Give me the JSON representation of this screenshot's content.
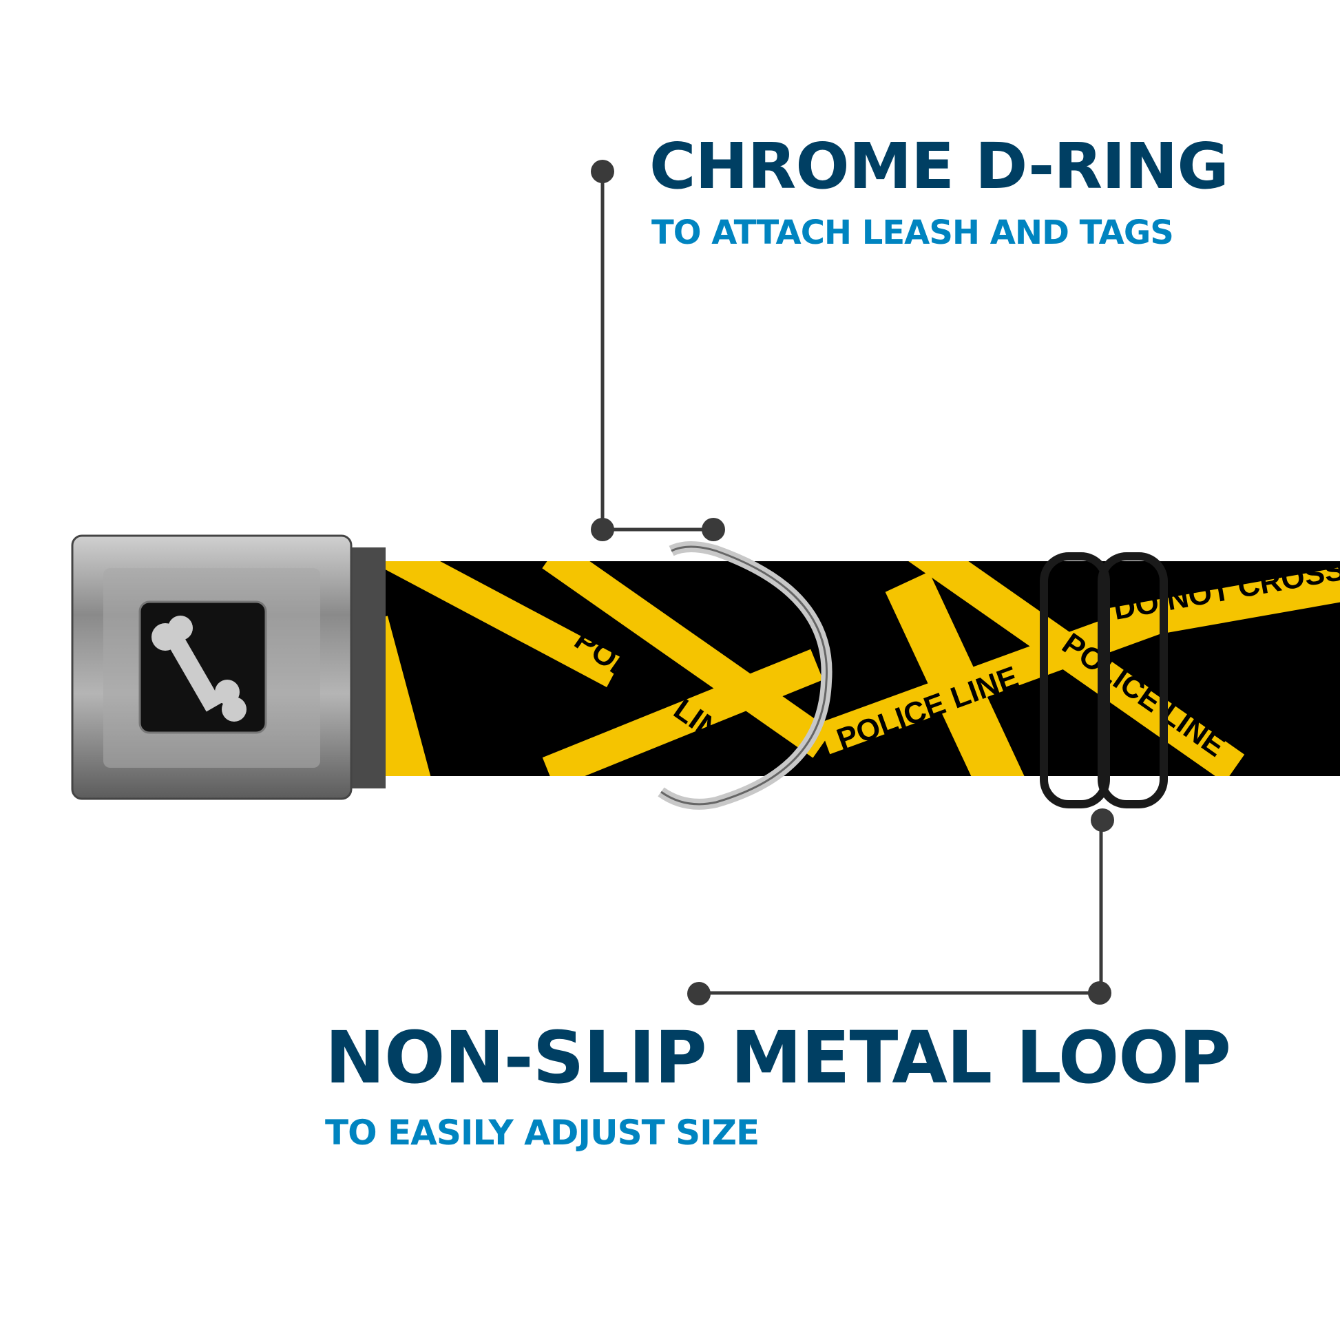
{
  "callouts": [
    {
      "title": "CHROME D-RING",
      "subtitle": "TO ATTACH LEASH AND TAGS"
    },
    {
      "title": "NON-SLIP METAL LOOP",
      "subtitle": "TO EASILY ADJUST SIZE"
    }
  ],
  "collar": {
    "pattern_text": [
      "POLICE LINE",
      "DO NOT CROSS"
    ],
    "buckle_logo": "bone-icon"
  },
  "colors": {
    "title": "#003f63",
    "subtitle": "#0084c0",
    "tape": "#f5c400",
    "webbing": "#000000",
    "leader": "#3a3a3a"
  }
}
